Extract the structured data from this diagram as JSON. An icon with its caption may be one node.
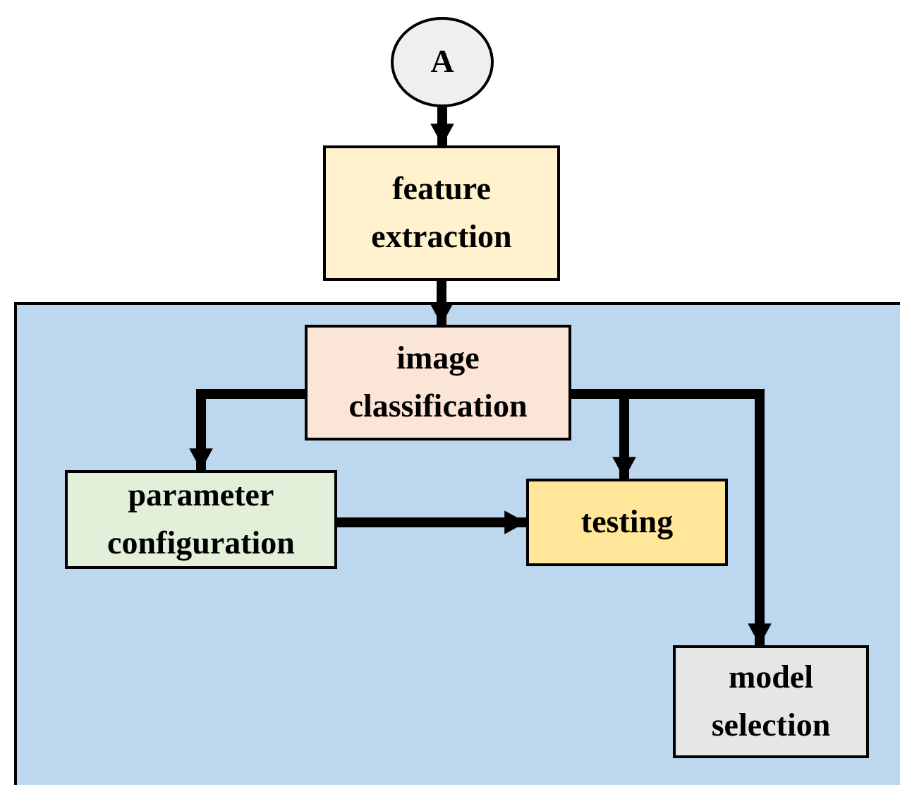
{
  "diagram": {
    "nodes": [
      {
        "text": [
          "A"
        ]
      },
      {
        "text": [
          "feature extraction"
        ]
      },
      {
        "text": [],
        "shape": "box"
      },
      {
        "text": [
          "image classification"
        ],
        "in": 2
      },
      {
        "text": [
          "parameter configuration"
        ],
        "in": 2
      },
      {
        "text": [
          "testing"
        ],
        "in": 2
      },
      {
        "text": [
          "model selection"
        ],
        "in": 2
      }
    ],
    "edges": [
      {
        "from": 0,
        "to": 1,
        "arrow": "to"
      },
      {
        "from": 1,
        "to": 3,
        "arrow": "to"
      },
      {
        "from": 3,
        "to": 4,
        "arrow": "to"
      },
      {
        "from": 3,
        "to": 5,
        "arrow": "to"
      },
      {
        "from": 3,
        "to": 6,
        "arrow": "to"
      },
      {
        "from": 4,
        "to": 5,
        "arrow": "to"
      }
    ]
  }
}
